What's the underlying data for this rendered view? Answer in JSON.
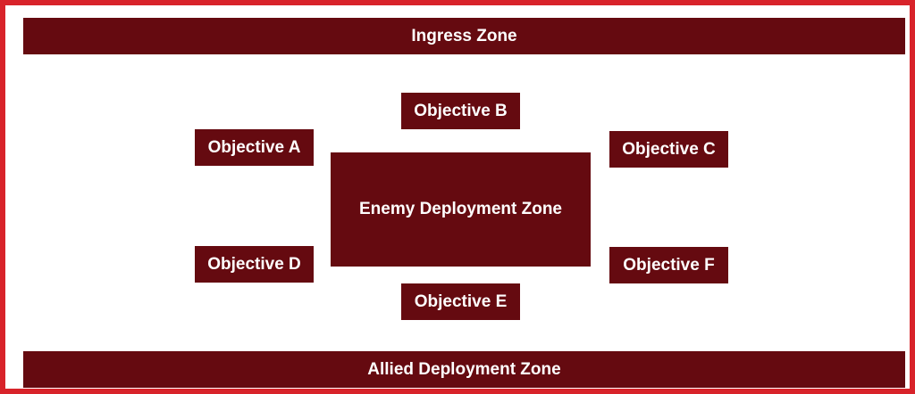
{
  "colors": {
    "frame_border": "#d8232a",
    "zone_fill": "#650a10",
    "text": "#ffffff",
    "background": "#ffffff"
  },
  "zones": {
    "ingress": "Ingress Zone",
    "enemy_deployment": "Enemy Deployment Zone",
    "allied_deployment": "Allied Deployment Zone"
  },
  "objectives": {
    "a": "Objective A",
    "b": "Objective B",
    "c": "Objective C",
    "d": "Objective D",
    "e": "Objective E",
    "f": "Objective F"
  }
}
